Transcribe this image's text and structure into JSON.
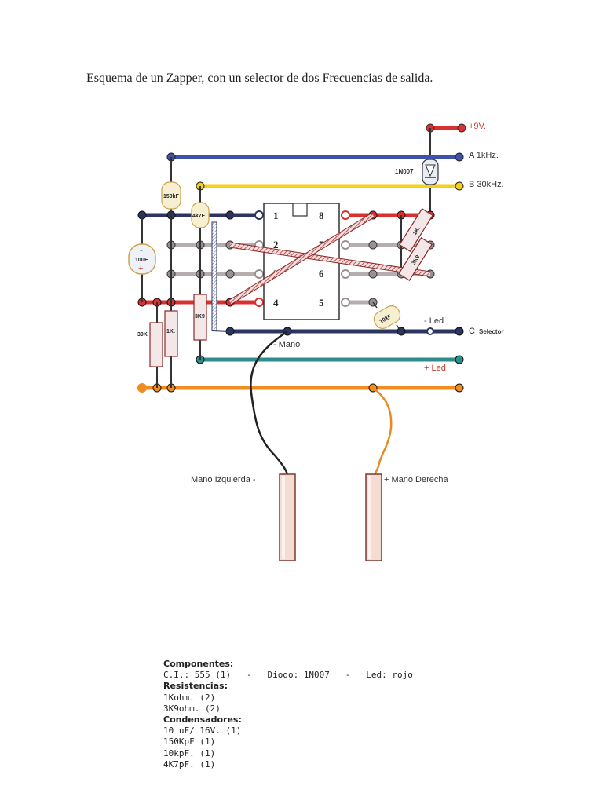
{
  "title": "Esquema de un Zapper, con un selector de dos Frecuencias de salida.",
  "colors": {
    "blue": "#3f51a8",
    "yellow": "#f2d21a",
    "red": "#d93030",
    "navy": "#2c3560",
    "grey": "#9a9090",
    "teal": "#2e8c8c",
    "orange": "#f08c22",
    "black": "#222222"
  },
  "labels": {
    "plus9v": "+9V.",
    "a1khz": "A 1kHz.",
    "b30khz": "B 30kHz.",
    "led_minus": "- Led",
    "c": "C",
    "selector": "Selector",
    "led_plus": "+ Led",
    "mano_minus": "- Mano",
    "mano_izq": "Mano Izquierda -",
    "mano_der": "+ Mano Derecha",
    "diode": "1N007"
  },
  "ic_pins": [
    "1",
    "2",
    "3",
    "4",
    "5",
    "6",
    "7",
    "8"
  ],
  "components": {
    "c150": "150kF",
    "c4k7": "4k7F",
    "c10u": "10uF",
    "c10u_minus": "-",
    "c10u_plus": "+",
    "r39k": "39K",
    "r1k_left": "1K.",
    "r3k9_left": "3K9",
    "r1k_right": "1K.",
    "r3k9_right": "3K9",
    "c10k": "10kF"
  },
  "parts_list": {
    "componentes_head": "Componentes:",
    "componentes_line": "C.I.: 555 (1)   -   Diodo: 1N007   -   Led: rojo",
    "resistencias_head": "Resistencias:",
    "resistencias": [
      "1Kohm. (2)",
      "3K9ohm. (2)"
    ],
    "condensadores_head": "Condensadores:",
    "condensadores": [
      "10 uF/ 16V. (1)",
      "150KpF (1)",
      "10kpF. (1)",
      "4K7pF. (1)"
    ]
  }
}
